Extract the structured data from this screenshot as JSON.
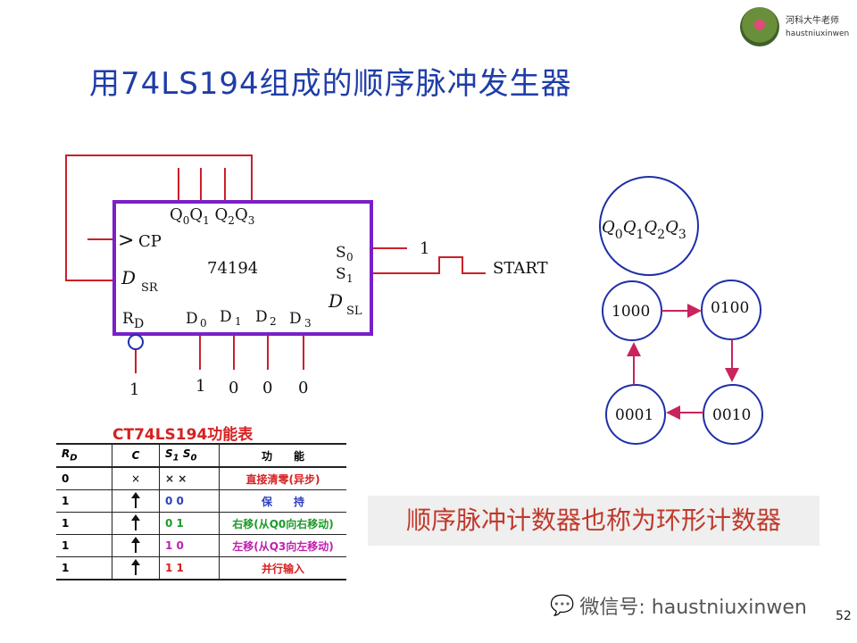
{
  "slide": {
    "title": "用74LS194组成的顺序脉冲发生器",
    "page_number": "52",
    "note": "顺序脉冲计数器也称为环形计数器"
  },
  "branding": {
    "name": "河科大牛老师",
    "handle": "haustniuxinwen",
    "wechat_label": "微信号: haustniuxinwen"
  },
  "circuit": {
    "chip_name": "74194",
    "outputs_label": "Q0Q1Q2Q3",
    "cp_label": "CP",
    "dsr_label": "D",
    "dsr_sub": "SR",
    "dsl_label": "D",
    "dsl_sub": "SL",
    "rd_label": "R",
    "rd_sub": "D",
    "s0_label": "S",
    "s0_sub": "0",
    "s1_label": "S",
    "s1_sub": "1",
    "s0_value": "1",
    "start_label": "START",
    "rd_value": "1",
    "d_labels": [
      "D",
      "D",
      "D",
      "D"
    ],
    "d_subs": [
      "0",
      "1",
      "2",
      "3"
    ],
    "d_values": [
      "1",
      "0",
      "0",
      "0"
    ],
    "colors": {
      "chip_border": "#7a1fc9",
      "wire": "#cc1f2a"
    }
  },
  "state_diagram": {
    "header": "Q0Q1Q2Q3",
    "states": [
      "1000",
      "0100",
      "0010",
      "0001"
    ],
    "colors": {
      "circle": "#1f2fa8",
      "arrow": "#c8245e"
    }
  },
  "function_table": {
    "title": "CT74LS194功能表",
    "headers": {
      "rd": "R",
      "rd_sub": "D",
      "c": "C",
      "s1": "S",
      "s1_sub": "1",
      "s0": "S",
      "s0_sub": "0",
      "func": "功　　能"
    },
    "rows": [
      {
        "rd": "0",
        "c": "×",
        "s": "× ×",
        "func": "直接清零(异步)",
        "s_color": "#222222",
        "func_color": "#d62020"
      },
      {
        "rd": "1",
        "c": "",
        "s": "0 0",
        "func": "保　　持",
        "s_color": "#2c3fbf",
        "func_color": "#2c3fbf"
      },
      {
        "rd": "1",
        "c": "",
        "s": "0 1",
        "func": "右移(从Q0向右移动)",
        "s_color": "#1f9a2a",
        "func_color": "#1f9a2a"
      },
      {
        "rd": "1",
        "c": "",
        "s": "1 0",
        "func": "左移(从Q3向左移动)",
        "s_color": "#c020b0",
        "func_color": "#c020b0"
      },
      {
        "rd": "1",
        "c": "",
        "s": "1 1",
        "func": "并行输入",
        "s_color": "#d62020",
        "func_color": "#d62020"
      }
    ],
    "clock_icon": "up-arrow-icon"
  }
}
